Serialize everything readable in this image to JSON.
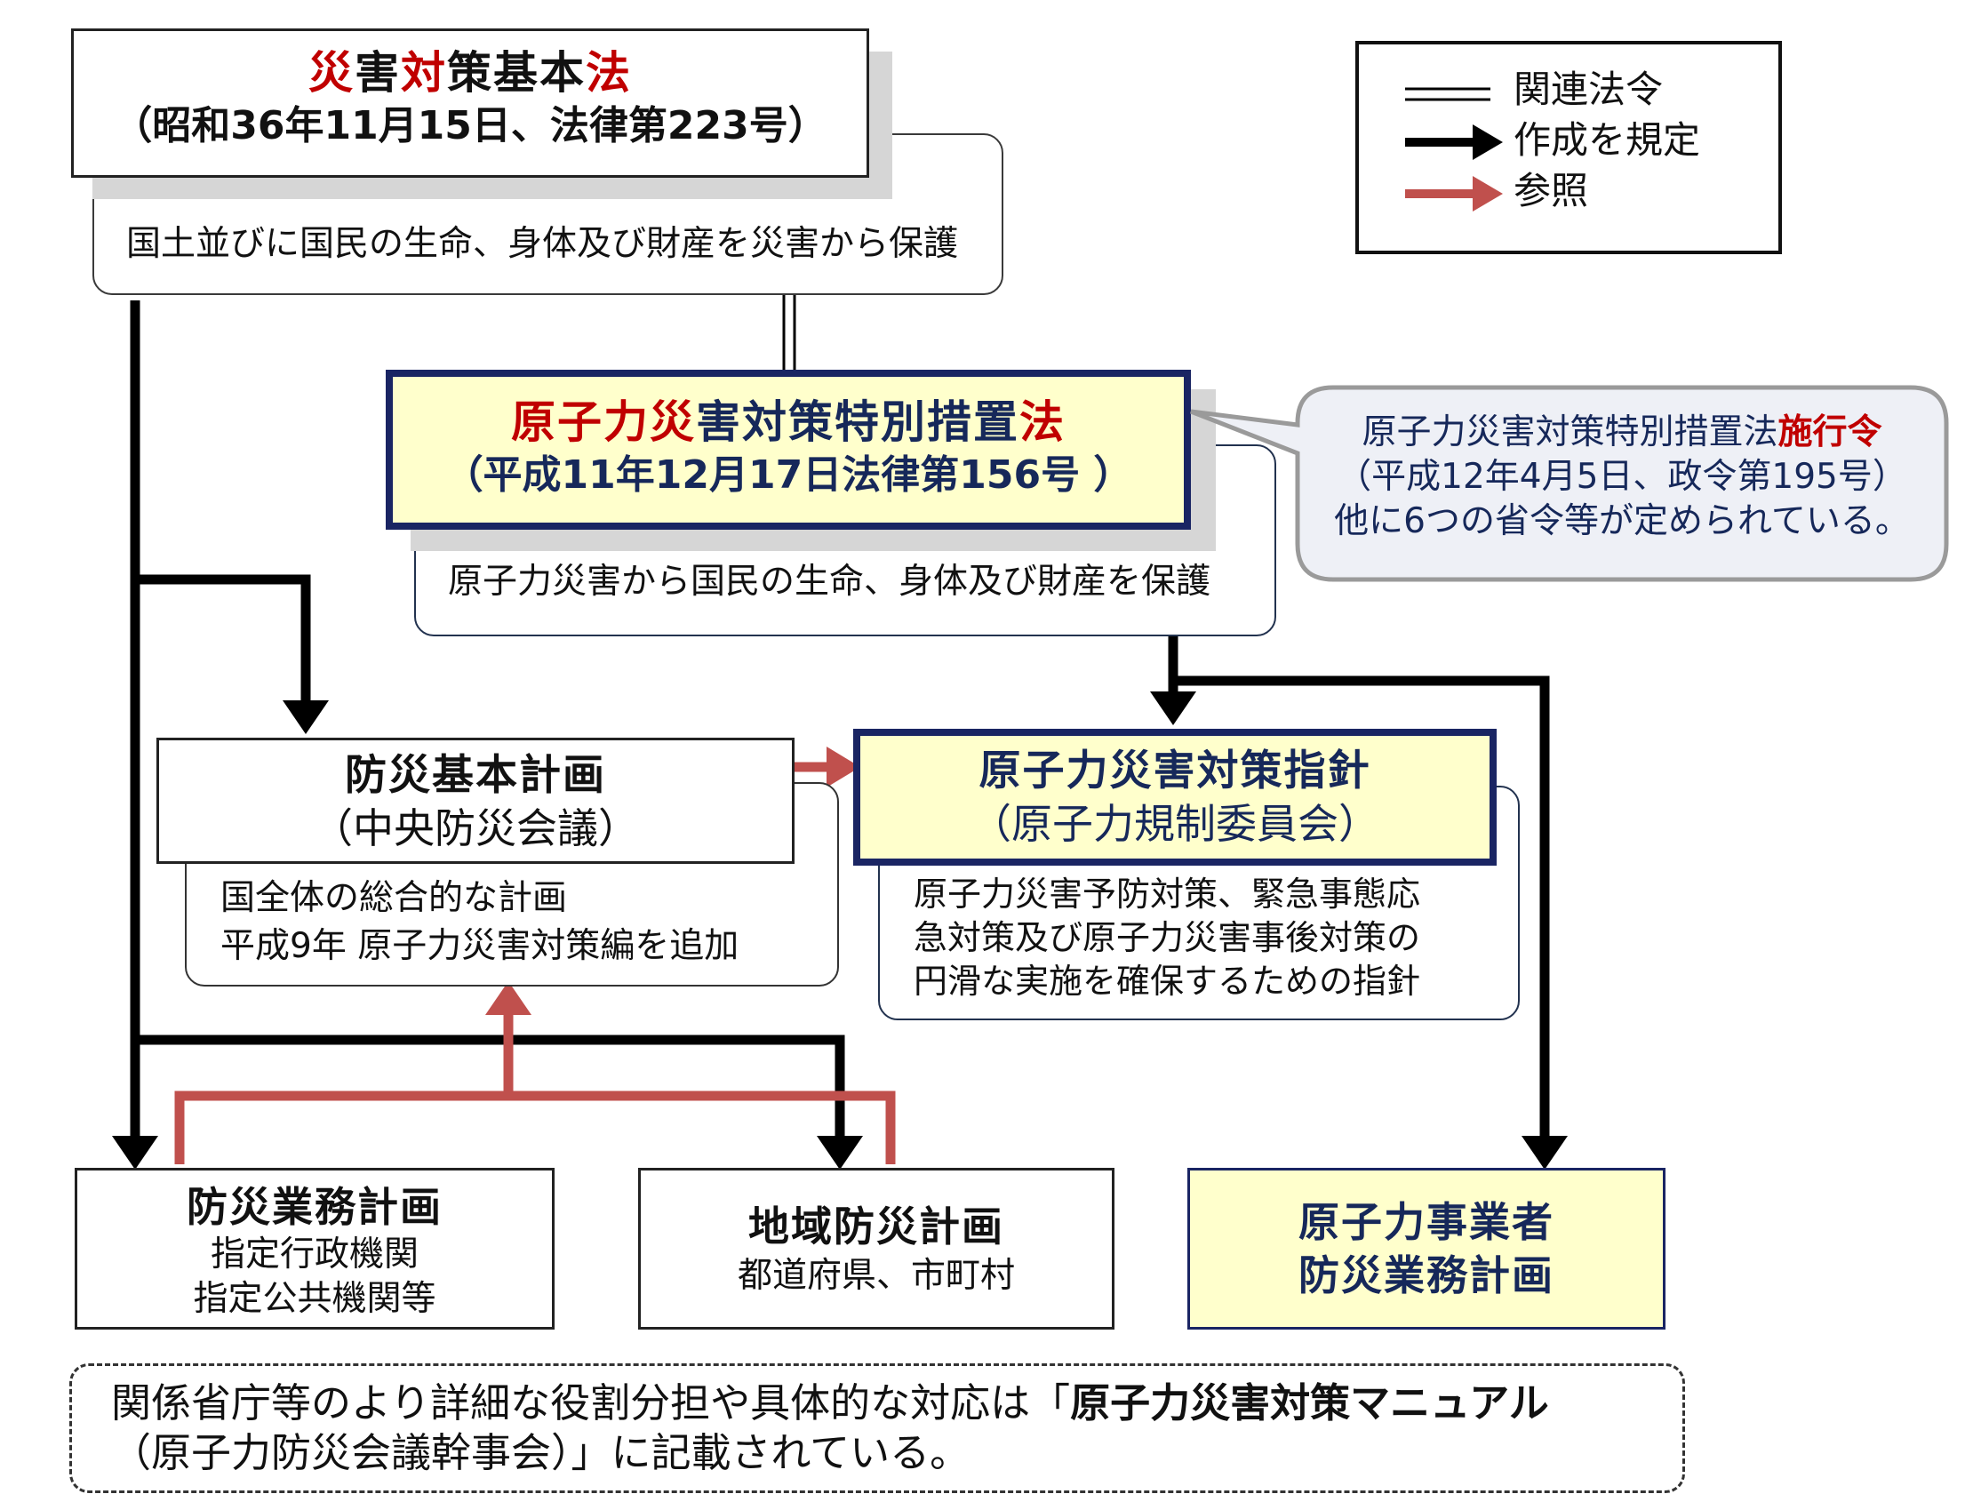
{
  "law_basic": {
    "title_parts": [
      "災",
      "害",
      "対",
      "策基本",
      "法"
    ],
    "date": "（昭和36年11月15日、法律第223号）",
    "purpose": "国土並びに国民の生命、身体及び財産を災害から保護"
  },
  "law_nuclear": {
    "title_parts": [
      "原子力",
      "災",
      "害対策特別措置",
      "法"
    ],
    "date": "（平成11年12月17日法律第156号 ）",
    "purpose": "原子力災害から国民の生命、身体及び財産を保護"
  },
  "ordinance_callout": {
    "line1_plain": "原子力災害対策特別措置法",
    "line1_red": "施行令",
    "line2": "（平成12年4月5日、政令第195号）",
    "line3": "他に6つの省令等が定められている。"
  },
  "legend": {
    "items": [
      {
        "label": "関連法令",
        "style": "double-line"
      },
      {
        "label": "作成を規定",
        "style": "black-arrow"
      },
      {
        "label": "参照",
        "style": "red-arrow"
      }
    ]
  },
  "plan_basic": {
    "title": "防災基本計画",
    "org": "（中央防災会議）",
    "desc_line1": "国全体の総合的な計画",
    "desc_line2": "平成9年 原子力災害対策編を追加"
  },
  "guideline": {
    "title": "原子力災害対策指針",
    "org": "（原子力規制委員会）",
    "desc_line1": "原子力災害予防対策、緊急事態応",
    "desc_line2": "急対策及び原子力災害事後対策の",
    "desc_line3": "円滑な実施を確保するための指針"
  },
  "plan_operations": {
    "title": "防災業務計画",
    "line1": "指定行政機関",
    "line2": "指定公共機関等"
  },
  "plan_regional": {
    "title": "地域防災計画",
    "line1": "都道府県、市町村"
  },
  "plan_operator": {
    "line1": "原子力事業者",
    "line2": "防災業務計画"
  },
  "footnote": {
    "line1_plain": "関係省庁等のより詳細な役割分担や具体的な対応は「",
    "line1_bold": "原子力災害対策マニュアル",
    "line2": "（原子力防災会議幹事会）」に記載されている。"
  },
  "colors": {
    "black_arrow": "#000000",
    "red_arrow": "#c0504d",
    "accent_red": "#c00000",
    "navy": "#16285a",
    "yellow_fill": "#ffffcc"
  }
}
